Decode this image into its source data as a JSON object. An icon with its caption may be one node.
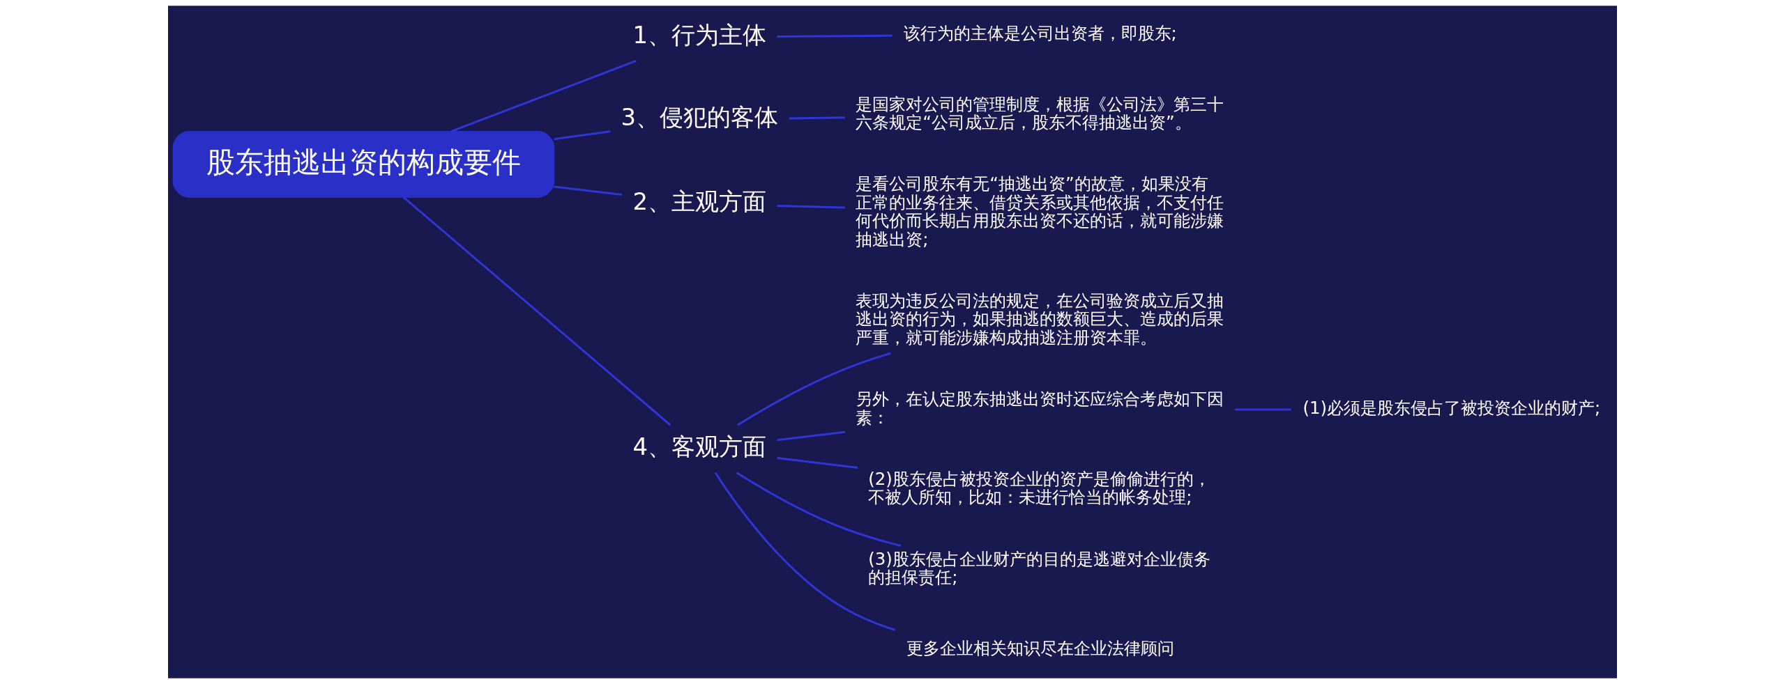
{
  "diagram": {
    "nodes": [
      {
        "text": [
          "股东抽逃出资的构成要件"
        ]
      },
      {
        "text": [
          "1、行为主体"
        ]
      },
      {
        "text": [
          "该行为的主体是公司出资者，即股东;"
        ]
      },
      {
        "text": [
          "3、侵犯的客体"
        ]
      },
      {
        "text": [
          "是国家对公司的管理制度，根据《公司法》第三十六条规定“公司成立后，股东不得抽逃出资”。"
        ]
      },
      {
        "text": [
          "2、主观方面"
        ]
      },
      {
        "text": [
          "是看公司股东有无“抽逃出资”的故意，如果没有正常的业务往来、借贷关系或其他依据，不支付任何代价而长期占用股东出资不还的话，就可能涉嫌抽逃出资;"
        ]
      },
      {
        "text": [
          "4、客观方面"
        ]
      },
      {
        "text": [
          "表现为违反公司法的规定，在公司验资成立后又抽逃出资的行为，如果抽逃的数额巨大、造成的后果严重，就可能涉嫌构成抽逃注册资本罪。"
        ]
      },
      {
        "text": [
          "另外，在认定股东抽逃出资时还应综合考虑如下因素："
        ]
      },
      {
        "text": [
          "(1)必须是股东侵占了被投资企业的财产;"
        ]
      },
      {
        "text": [
          "(2)股东侵占被投资企业的资产是偷偷进行的，不被人所知，比如：未进行恰当的帐务处理;"
        ]
      },
      {
        "text": [
          "(3)股东侵占企业财产的目的是逃避对企业债务的担保责任;"
        ]
      },
      {
        "text": [
          "更多企业相关知识尽在企业法律顾问"
        ]
      }
    ],
    "edges": [
      {
        "from": 0,
        "to": 1,
        "arrow": "none"
      },
      {
        "from": 1,
        "to": 2,
        "arrow": "none"
      },
      {
        "from": 0,
        "to": 3,
        "arrow": "none"
      },
      {
        "from": 3,
        "to": 4,
        "arrow": "none"
      },
      {
        "from": 0,
        "to": 5,
        "arrow": "none"
      },
      {
        "from": 5,
        "to": 6,
        "arrow": "none"
      },
      {
        "from": 0,
        "to": 7,
        "arrow": "none"
      },
      {
        "from": 7,
        "to": 8,
        "arrow": "none"
      },
      {
        "from": 7,
        "to": 9,
        "arrow": "none"
      },
      {
        "from": 9,
        "to": 10,
        "arrow": "none"
      },
      {
        "from": 7,
        "to": 11,
        "arrow": "none"
      },
      {
        "from": 7,
        "to": 12,
        "arrow": "none"
      },
      {
        "from": 7,
        "to": 13,
        "arrow": "none"
      }
    ]
  }
}
